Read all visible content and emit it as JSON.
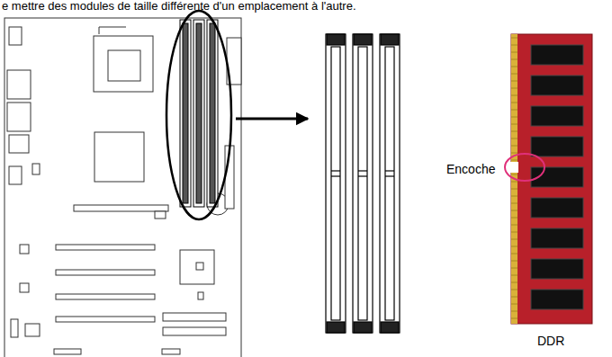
{
  "diagram": {
    "labels": [
      "e mettre des modules de taille différente d'un emplacement à l'autre.",
      "Encoche",
      "DDR"
    ]
  }
}
